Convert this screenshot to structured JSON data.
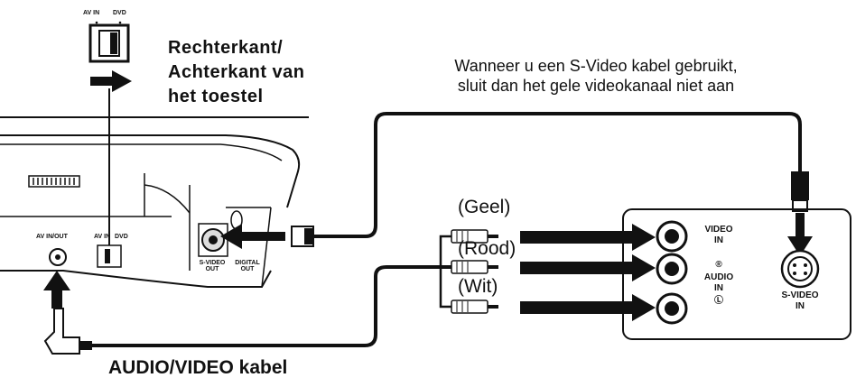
{
  "switch_labels": {
    "av_in": "AV IN",
    "dvd": "DVD"
  },
  "side_label": [
    "Rechterkant/",
    "Achterkant  van",
    "het  toestel"
  ],
  "svideo_note": [
    "Wanneer u een S-Video kabel gebruikt,",
    "sluit dan het gele videokanaal niet aan"
  ],
  "plug_labels": {
    "yellow": "(Geel)",
    "red": "(Rood)",
    "white": "(Wit)"
  },
  "device_labels": {
    "av_in_out": "AV IN/OUT",
    "av_in": "AV IN",
    "dvd": "DVD",
    "svideo_out": "S-VIDEO OUT",
    "digital_out": "DIGITAL OUT"
  },
  "panel_labels": {
    "video_in": [
      "VIDEO",
      "IN"
    ],
    "r": "®",
    "audio_in": [
      "AUDIO",
      "IN"
    ],
    "l": "Ⓛ",
    "svideo_in": [
      "S-VIDEO",
      "IN"
    ]
  },
  "cable_title": "AUDIO/VIDEO kabel"
}
